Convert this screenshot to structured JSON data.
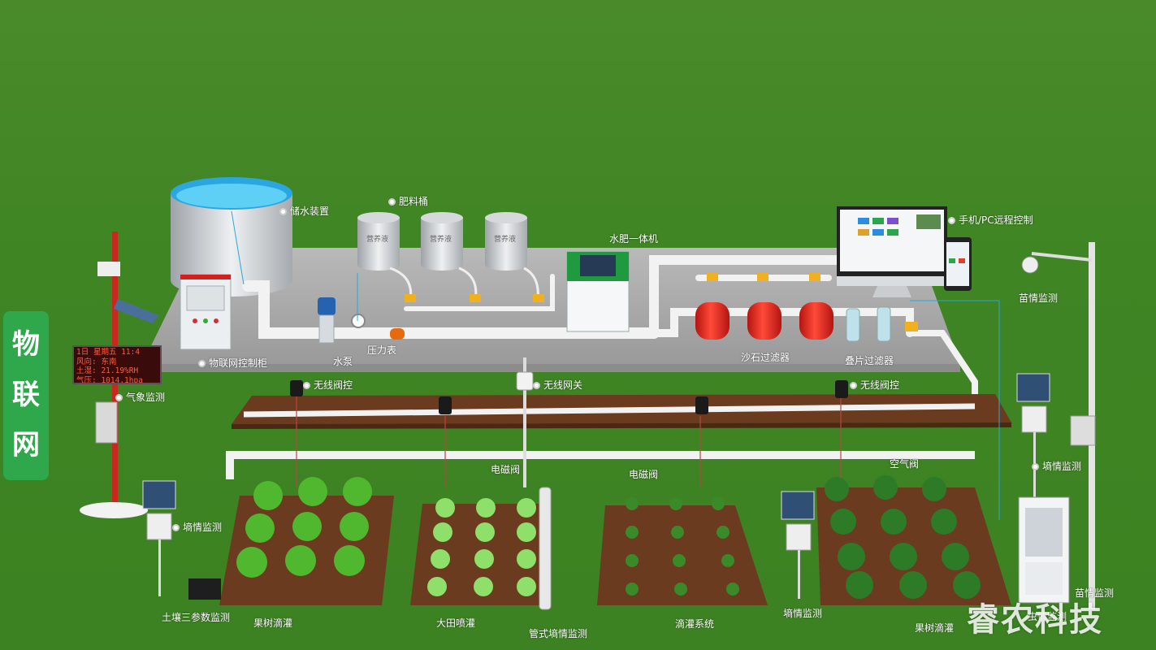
{
  "side_title": [
    "物",
    "联",
    "网"
  ],
  "brand": "睿农科技",
  "labels": {
    "storage": "储水装置",
    "fert_bucket": "肥料桶",
    "integrated": "水肥一体机",
    "remote": "手机/PC远程控制",
    "control_cabinet": "物联网控制柜",
    "pump": "水泵",
    "pressure": "压力表",
    "sand_filter": "沙石过滤器",
    "disc_filter": "叠片过滤器",
    "seedling_top": "苗情监测",
    "weather": "气象监测",
    "valve_left": "无线阀控",
    "gateway": "无线网关",
    "valve_right": "无线阀控",
    "soil_right": "墒情监测",
    "solenoid1": "电磁阀",
    "solenoid2": "电磁阀",
    "air_valve": "空气阀",
    "soil_left": "墒情监测",
    "soil3": "土壤三参数监测",
    "fruit_drip1": "果树滴灌",
    "field_spray": "大田喷灌",
    "tube_soil": "管式墒情监测",
    "drip": "滴灌系统",
    "soil_mid": "墒情监测",
    "fruit_drip2": "果树滴灌",
    "seedling_bottom": "苗情监测",
    "pest": "虫情监测"
  },
  "tank_labels": [
    "营养液",
    "营养液",
    "营养液"
  ],
  "led_lines": [
    "1日 星期五 11:4",
    "风向:  东南",
    "土湿:  21.19%RH",
    "气压:  1014.1hpa"
  ],
  "colors": {
    "grass": "#3f8524",
    "side_panel": "#2ea84a",
    "pipe": "#f2f2f2",
    "filter_red": "#e0231c",
    "soil": "#6b3b1f"
  }
}
